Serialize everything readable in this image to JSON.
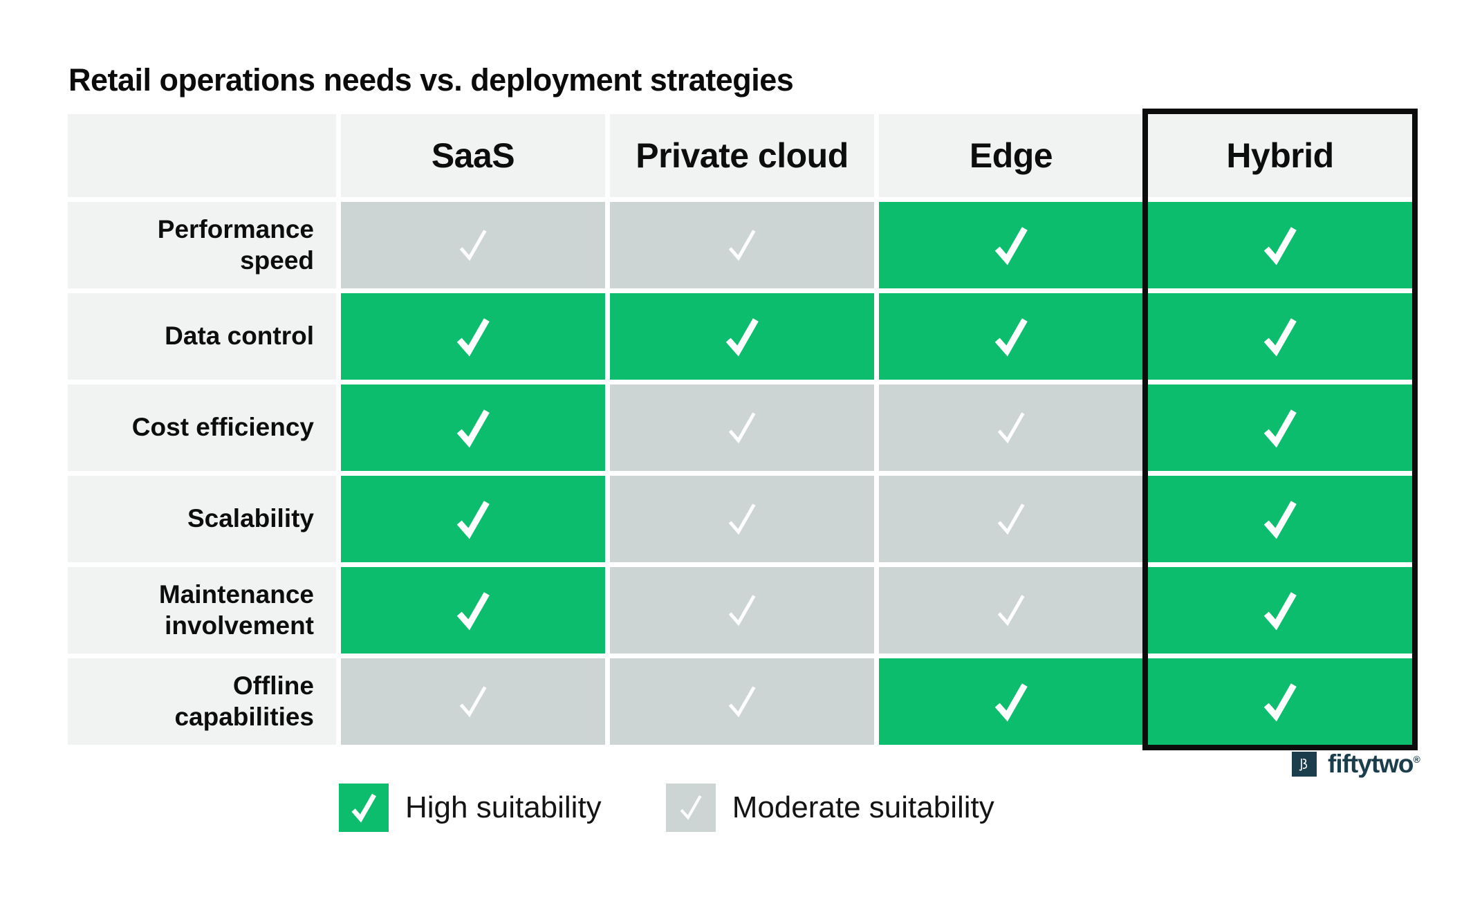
{
  "title": "Retail operations needs vs. deployment strategies",
  "chart_data": {
    "type": "table",
    "title": "Retail operations needs vs. deployment strategies",
    "columns": [
      "SaaS",
      "Private cloud",
      "Edge",
      "Hybrid"
    ],
    "highlighted_column": "Hybrid",
    "rows": [
      {
        "label": "Performance speed",
        "values": [
          "moderate",
          "moderate",
          "high",
          "high"
        ]
      },
      {
        "label": "Data control",
        "values": [
          "high",
          "high",
          "high",
          "high"
        ]
      },
      {
        "label": "Cost efficiency",
        "values": [
          "high",
          "moderate",
          "moderate",
          "high"
        ]
      },
      {
        "label": "Scalability",
        "values": [
          "high",
          "moderate",
          "moderate",
          "high"
        ]
      },
      {
        "label": "Maintenance involvement",
        "values": [
          "high",
          "moderate",
          "moderate",
          "high"
        ]
      },
      {
        "label": "Offline capabilities",
        "values": [
          "moderate",
          "moderate",
          "high",
          "high"
        ]
      }
    ],
    "legend_position": "bottom"
  },
  "legend": {
    "high": {
      "label": "High suitability",
      "color": "#0cbd6e"
    },
    "moderate": {
      "label": "Moderate suitability",
      "color": "#cdd4d4"
    }
  },
  "icons": {
    "check": "check-icon"
  },
  "colors": {
    "high_suitability": "#0cbd6e",
    "moderate_suitability": "#cdd4d4",
    "label_cell_bg": "#f1f3f2",
    "highlight_border": "#0c0c0c",
    "logo": "#1c3d4c"
  },
  "logo": {
    "text": "fiftytwo",
    "registered_mark": "®"
  }
}
